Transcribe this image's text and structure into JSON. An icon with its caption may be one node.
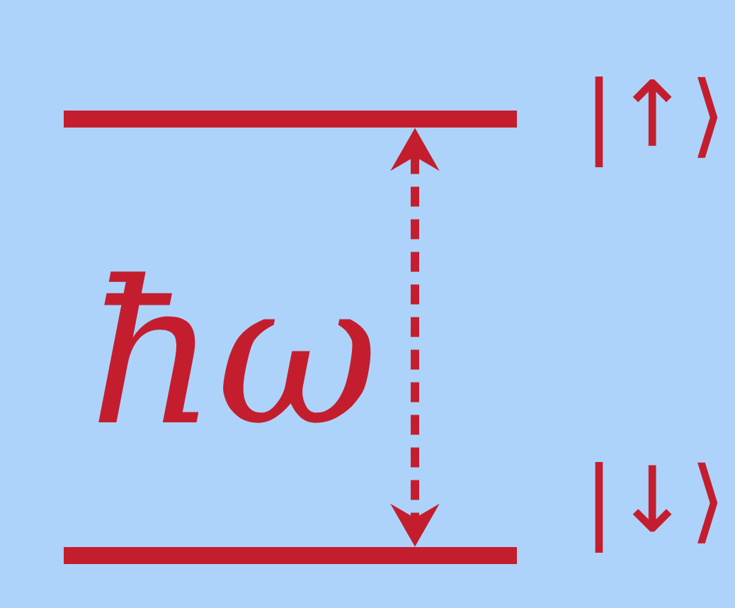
{
  "diagram": {
    "nodes": [
      {
        "text": [],
        "shape": "bar",
        "beside": [
          "|↑⟩"
        ]
      },
      {
        "text": [],
        "shape": "bar",
        "beside": [
          "|↓⟩"
        ]
      }
    ],
    "edges": [
      {
        "from": 0,
        "to": 1,
        "arrow": "both",
        "style": "dashed"
      }
    ],
    "labels": [
      "ħω"
    ]
  }
}
